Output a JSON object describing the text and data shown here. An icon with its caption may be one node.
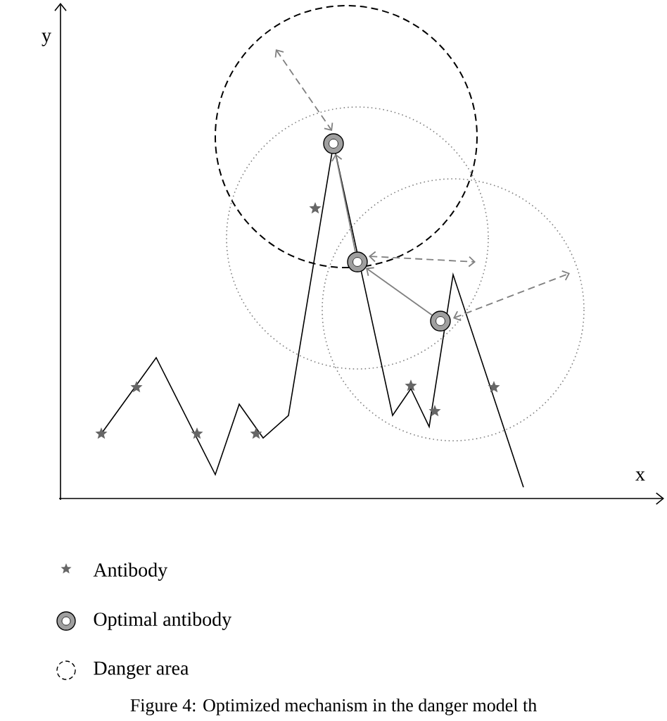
{
  "diagram": {
    "caption": "Figure 4: Optimized mechanism in the danger model th",
    "nodes": [
      {
        "text": [],
        "shape": "circle"
      },
      {
        "text": [],
        "shape": "circle"
      },
      {
        "text": [],
        "shape": "circle"
      }
    ],
    "edges": [
      {
        "from": 1,
        "to": 0,
        "arrow": "to"
      },
      {
        "from": 2,
        "to": 1,
        "arrow": "to"
      }
    ],
    "labels": [
      "y",
      "x"
    ],
    "legend": [
      {
        "text": "Antibody"
      },
      {
        "text": "Optimal antibody"
      },
      {
        "text": "Danger area"
      }
    ]
  }
}
